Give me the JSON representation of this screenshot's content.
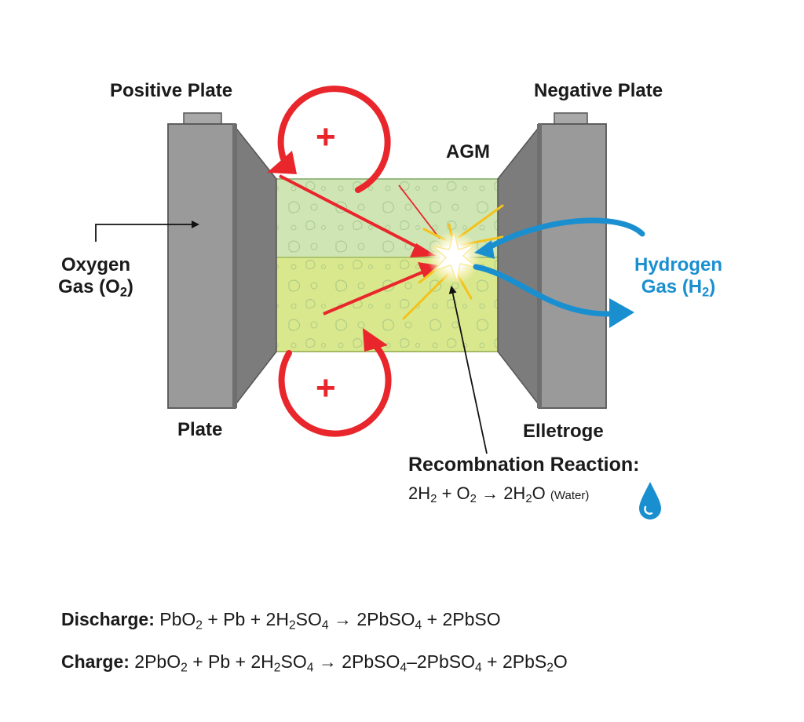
{
  "labels": {
    "positive_plate": "Positive Plate",
    "negative_plate": "Negative Plate",
    "agm": "AGM",
    "oxygen_line1": "Oxygen",
    "oxygen_line2_pre": "Gas (O",
    "oxygen_sub": "2",
    "oxygen_close": ")",
    "hydrogen_line1": "Hydrogen",
    "hydrogen_line2_pre": "Gas (H",
    "hydrogen_sub": "2",
    "hydrogen_close": ")",
    "plate": "Plate",
    "electrode": "Elletroge",
    "plus_symbol": "+"
  },
  "recombination": {
    "title": "Recombnation Reaction:",
    "p1": "2H",
    "s1": "2",
    "p2": " + O",
    "s2": "2",
    "p3": " → 2H",
    "s3": "2",
    "p4": "O ",
    "water": "(Water)"
  },
  "discharge": {
    "label": "Discharge:",
    "p1": " PbO",
    "s1": "2",
    "p2": " + Pb + 2H",
    "s2": "2",
    "p3": "SO",
    "s3": "4",
    "p4": "  →  2PbSO",
    "s4": "4",
    "p5": " + 2PbSO"
  },
  "charge": {
    "label": "Charge:",
    "p1": "  2PbO",
    "s1": "2",
    "p2": "  + Pb + 2H",
    "s2": "2",
    "p3": "SO",
    "s3": "4",
    "p4": "  →  2PbSO",
    "s4": "4",
    "p5": "–2PbSO",
    "s5": "4",
    "p6": " + 2PbS",
    "s6": "2",
    "p7": "O"
  },
  "colors": {
    "plate_gray": "#9a9a9a",
    "plate_dark": "#6f6f6f",
    "agm_upper": "#cfe6b4",
    "agm_lower": "#d9e88c",
    "oxygen_red": "#e8262b",
    "hydrogen_blue": "#1a8fd0",
    "spark_yellow": "#f4c21c"
  }
}
